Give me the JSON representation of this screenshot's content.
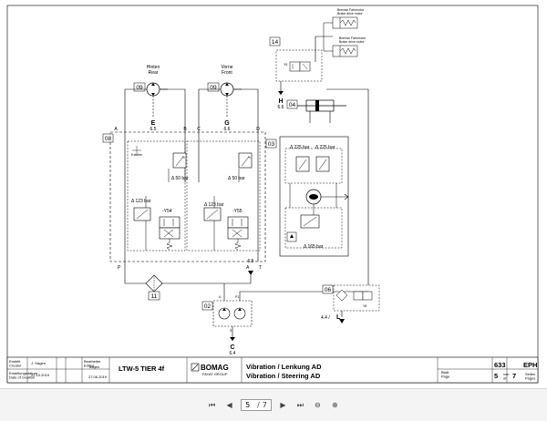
{
  "motors": {
    "rear": {
      "tag": "09",
      "label_de": "Hinten",
      "label_en": "Rear",
      "port": "E",
      "pressure_port": "6.5"
    },
    "front": {
      "tag": "09",
      "label_de": "Vorne",
      "label_en": "Front",
      "port": "G",
      "pressure_port": "6.6"
    }
  },
  "brake_motor_1": {
    "label_de": "Bremse Fahrmotor",
    "label_en": "Brake drive motor"
  },
  "brake_motor_2": {
    "label_de": "Bremse Fahrmotor",
    "label_en": "Brake drive motor"
  },
  "block14": {
    "tag": "14",
    "valve": "Y5",
    "port": "H",
    "port_ref": "6.6"
  },
  "block04": {
    "tag": "04"
  },
  "block08": {
    "tag": "08",
    "line_labels": [
      "A",
      "B",
      "C",
      "D"
    ],
    "pressures": [
      "Δ 50 bar",
      "Δ 50 bar",
      "Δ 123 bar",
      "Δ 123 bar"
    ],
    "valves": [
      "-Y54",
      "-Y55"
    ],
    "bottom_ports": [
      "P",
      "A",
      "T"
    ],
    "port_ref": "6.5",
    "small_label": "8 stufen"
  },
  "block03": {
    "tag": "03",
    "pressures": [
      "Δ 225 bar",
      "Δ 225 bar",
      "Δ 165 bar"
    ]
  },
  "block11": {
    "tag": "11"
  },
  "block02": {
    "tag": "02",
    "ports": [
      "A",
      "P1",
      "S"
    ],
    "port": "C",
    "port_ref": "6.4"
  },
  "block06": {
    "tag": "06",
    "port": "L",
    "port_ref": "4.4 /",
    "valve": "Y8"
  },
  "title_block": {
    "created_label": "Erstellt\nCreator",
    "creator": "J. Hagen",
    "date_label": "Erstellungsdatum\nDate of creation",
    "created_date": "22.10.2019",
    "edited_label": "Bearbeitet\nEdited",
    "edited_by": "hagen",
    "edit_date": "27.06.2019",
    "model": "LTW-5 TIER 4f",
    "brand": "BOMAG",
    "brand_sub": "FAYAT GROUP",
    "title_de": "Vibration / Lenkung AD",
    "title_en": "Vibration / Steering AD",
    "drawing_no": "633",
    "sheet_label": "Blatt\nPage",
    "sheet": "5",
    "of_label": "von\nof",
    "sheets_total": "7",
    "doc_type": "EPH",
    "pages_label": "Seiten\nPages"
  },
  "viewer": {
    "current_page": "5",
    "total_pages": "7"
  }
}
